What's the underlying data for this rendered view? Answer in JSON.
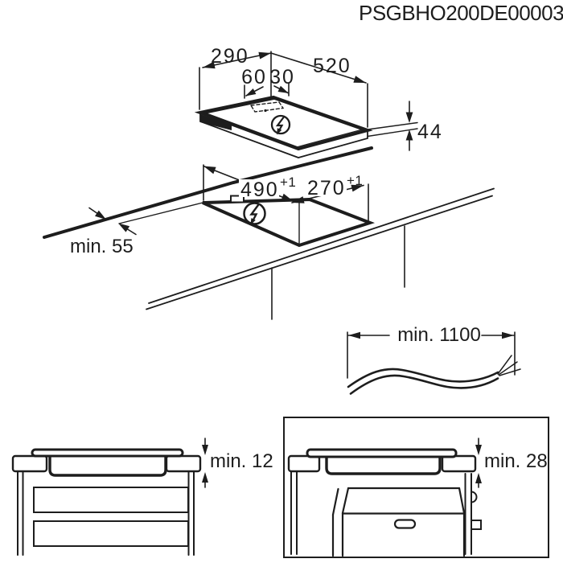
{
  "product_code": "PSGBHO200DE00003",
  "line_color": "#1d1d1d",
  "hob": {
    "width_mm": "290",
    "depth_mm": "520",
    "junction_offset_mm": "60",
    "junction_width_mm": "30",
    "build_in_height_mm": "44",
    "power_icon": "lightning-bolt-circle"
  },
  "cutout": {
    "length_mm": "490",
    "length_tolerance": "+1",
    "width_mm": "270",
    "width_tolerance": "+1",
    "rear_clearance": "min. 55",
    "power_icon": "lightning-bolt-circle"
  },
  "cable": {
    "min_length_label": "min. 1100"
  },
  "drawer_clearance": {
    "label": "min. 12"
  },
  "oven_clearance": {
    "label": "min. 28"
  }
}
